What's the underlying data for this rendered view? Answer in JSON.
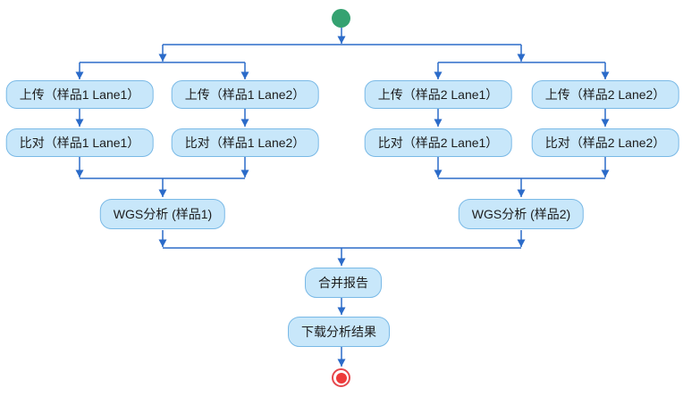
{
  "diagram": {
    "type": "activity-flowchart",
    "nodes": {
      "upload_s1_l1": "上传（样品1 Lane1）",
      "upload_s1_l2": "上传（样品1 Lane2）",
      "upload_s2_l1": "上传（样品2 Lane1）",
      "upload_s2_l2": "上传（样品2 Lane2）",
      "align_s1_l1": "比对（样品1 Lane1）",
      "align_s1_l2": "比对（样品1 Lane2）",
      "align_s2_l1": "比对（样品2 Lane1）",
      "align_s2_l2": "比对（样品2 Lane2）",
      "wgs_s1": "WGS分析 (样品1)",
      "wgs_s2": "WGS分析 (样品2)",
      "merge_report": "合并报告",
      "download_results": "下载分析结果"
    },
    "edges": [
      "start -> fork1",
      "fork1 -> upload_s1_l1",
      "fork1 -> upload_s1_l2",
      "fork1 -> upload_s2_l1",
      "fork1 -> upload_s2_l2",
      "upload_s1_l1 -> align_s1_l1",
      "upload_s1_l2 -> align_s1_l2",
      "upload_s2_l1 -> align_s2_l1",
      "upload_s2_l2 -> align_s2_l2",
      "align_s1_l1 -> wgs_s1",
      "align_s1_l2 -> wgs_s1",
      "align_s2_l1 -> wgs_s2",
      "align_s2_l2 -> wgs_s2",
      "wgs_s1 -> merge_report",
      "wgs_s2 -> merge_report",
      "merge_report -> download_results",
      "download_results -> end"
    ]
  },
  "colors": {
    "connector": "#2b6bc9",
    "node_fill": "#c8e7fa",
    "node_border": "#79b9e6",
    "node_text": "#1c1c1c",
    "start_fill": "#35a271",
    "end_ring": "#e5484d",
    "end_dot": "#ee3a3a",
    "background": "#ffffff"
  }
}
